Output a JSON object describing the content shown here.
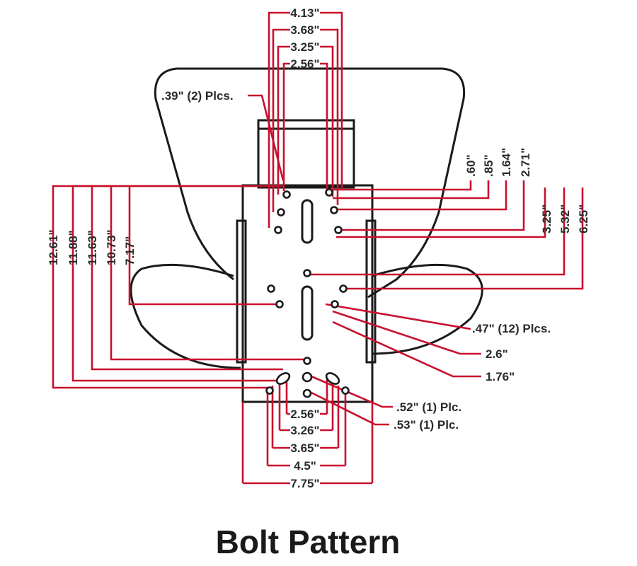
{
  "title": "Bolt Pattern",
  "colors": {
    "dimension_line": "#c8102e",
    "outline": "#1a1a1a",
    "text": "#2a2a2a"
  },
  "top_dims": [
    "4.13\"",
    "3.68\"",
    "3.25\"",
    "2.56\""
  ],
  "slot_note": ".39\" (2) Plcs.",
  "right_top_dims": [
    ".60\"",
    ".85\"",
    "1.64\"",
    "2.71\""
  ],
  "right_mid_dims": [
    "3.25\"",
    "5.32\"",
    "6.25\""
  ],
  "left_dims": [
    "12.61\"",
    "11.88\"",
    "11.63\"",
    "10.73\"",
    "7.17\""
  ],
  "right_notes": [
    ".47\" (12) Plcs.",
    "2.6\"",
    "1.76\"",
    ".52\" (1) Plc.",
    ".53\" (1) Plc."
  ],
  "bottom_dims": [
    "2.56\"",
    "3.26\"",
    "3.65\"",
    "4.5\"",
    "7.75\""
  ]
}
